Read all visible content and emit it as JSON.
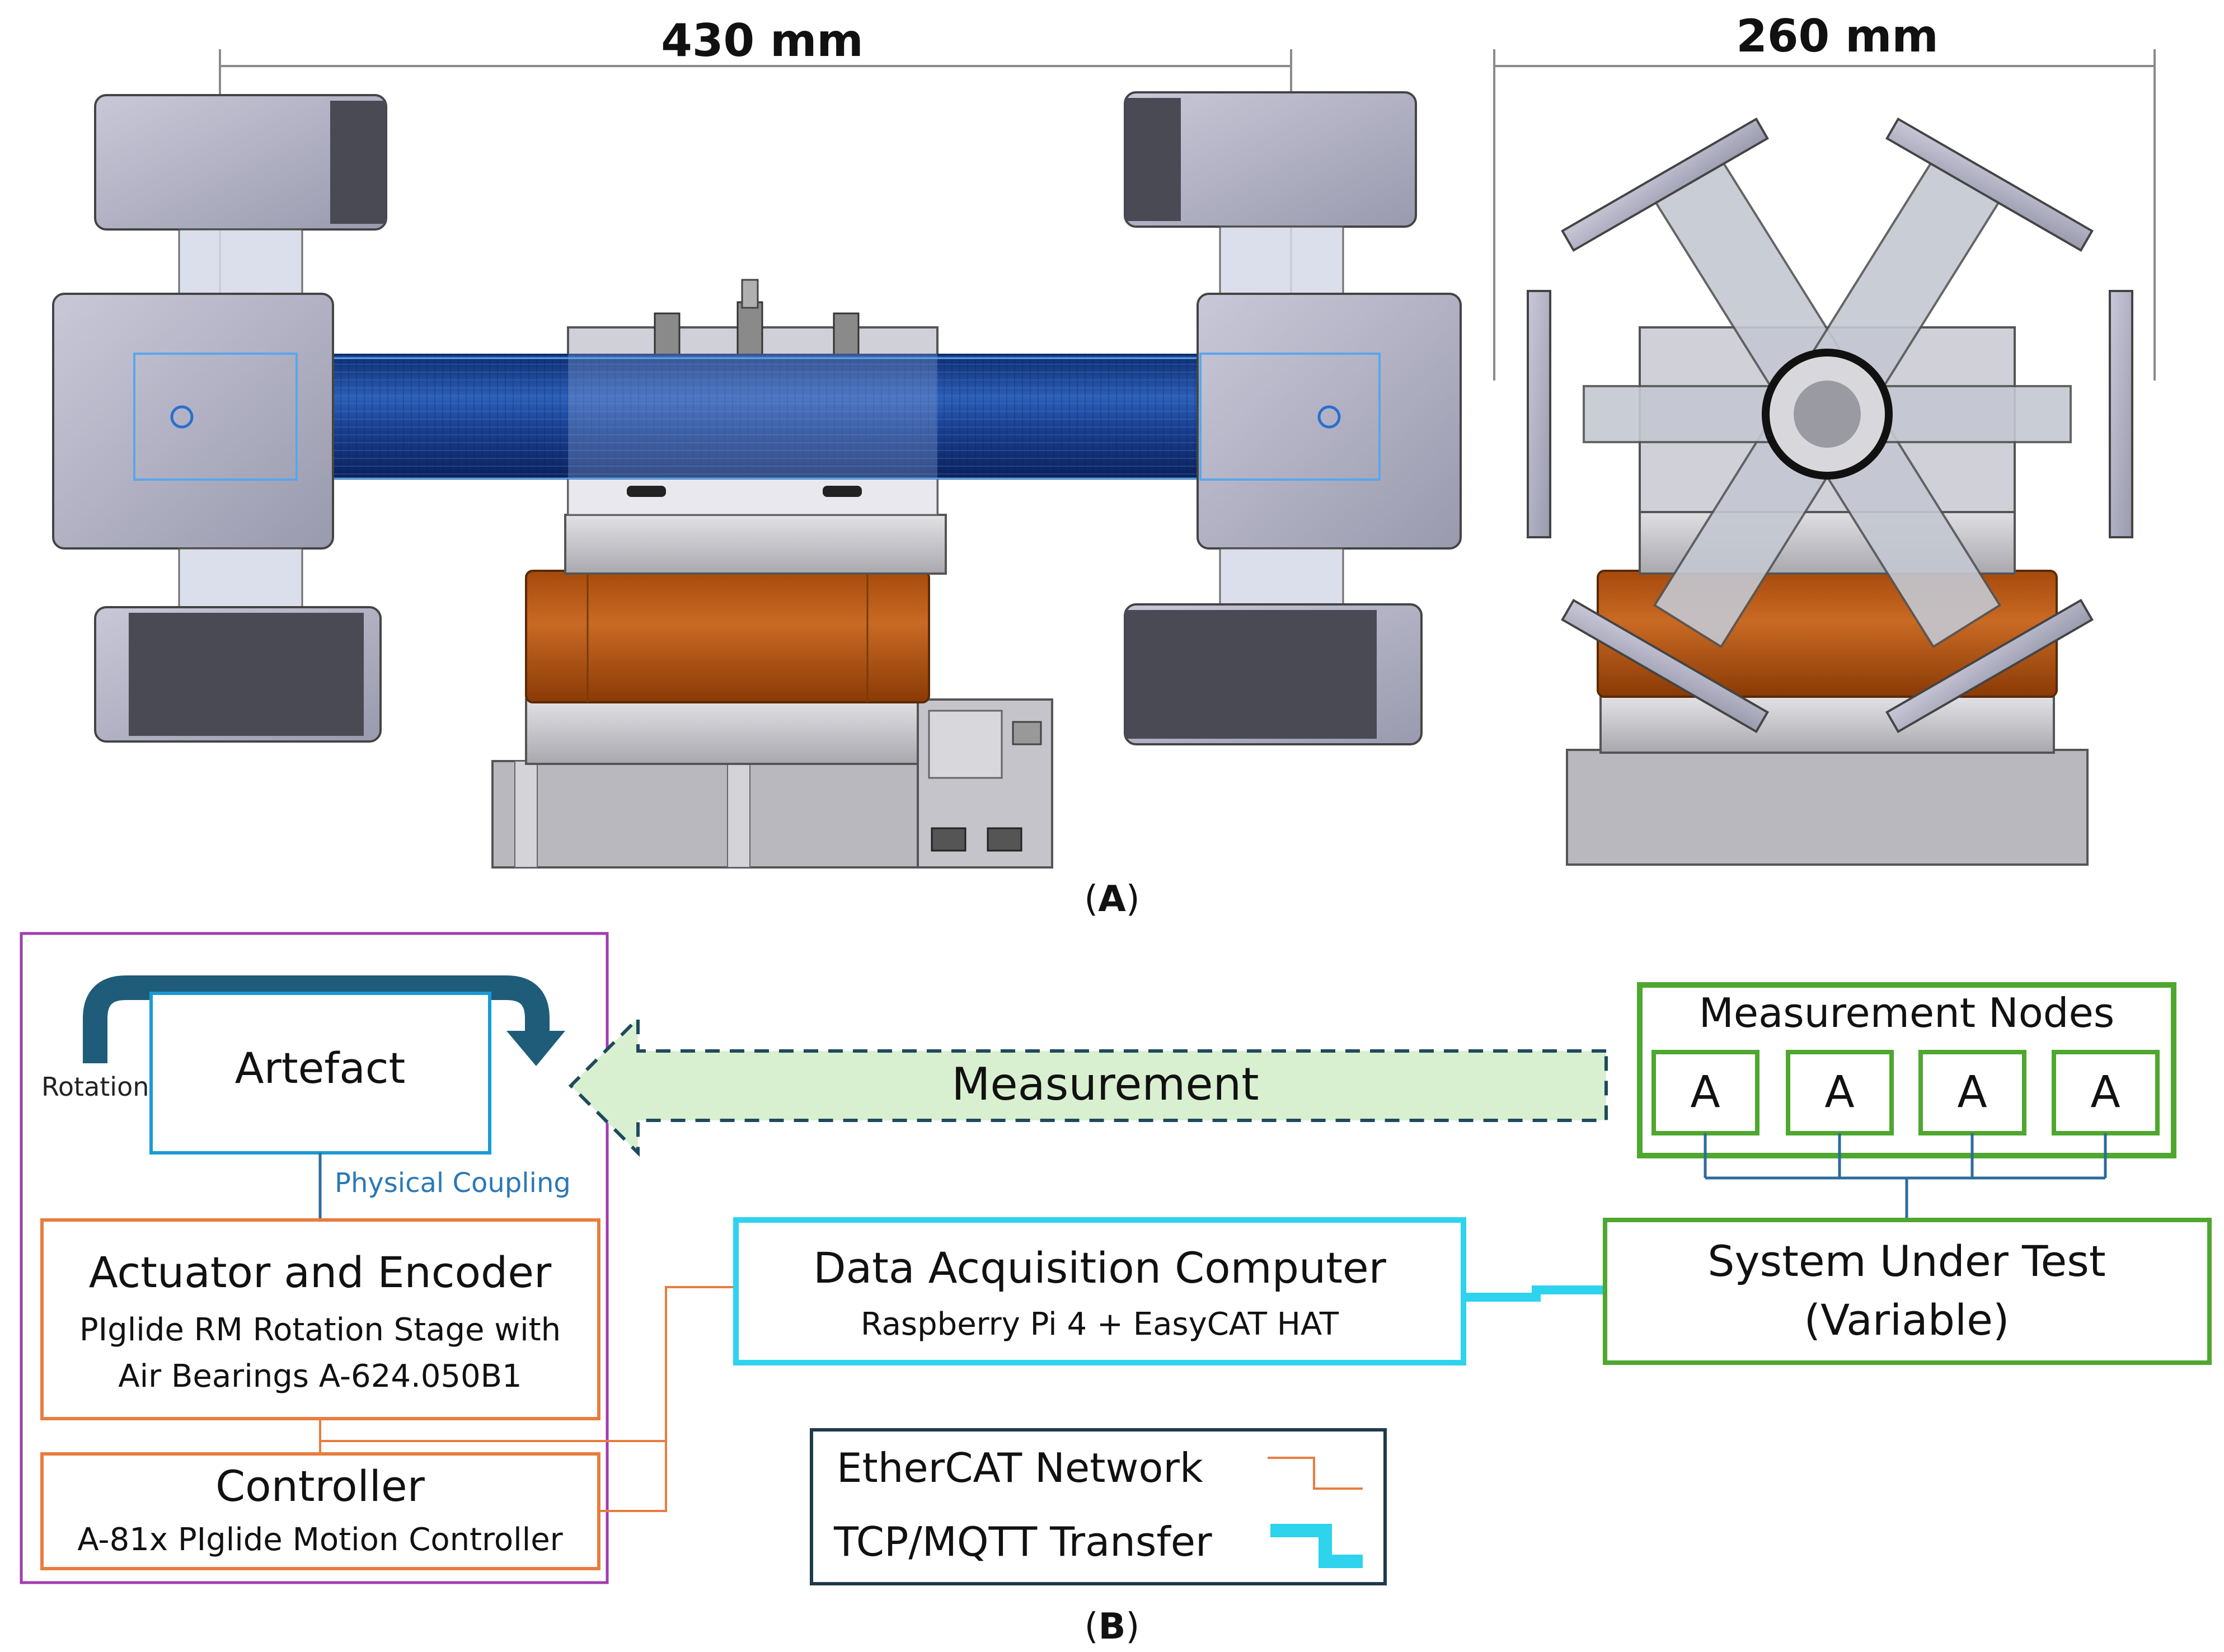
{
  "panel_a": {
    "dim_side": "430 mm",
    "dim_front": "260 mm",
    "caption": "(A)",
    "caption_letter": "A"
  },
  "panel_b": {
    "caption": "(B)",
    "caption_letter": "B",
    "artefact": "Artefact",
    "rotation": "Rotation",
    "physical_coupling": "Physical Coupling",
    "actuator": {
      "title": "Actuator and Encoder",
      "line1": "PIglide RM Rotation Stage with",
      "line2": "Air Bearings A-624.050B1"
    },
    "controller": {
      "title": "Controller",
      "sub": "A-81x PIglide Motion Controller"
    },
    "measurement": "Measurement",
    "nodes": {
      "title": "Measurement Nodes",
      "labels": [
        "A",
        "A",
        "A",
        "A"
      ]
    },
    "daq": {
      "title": "Data Acquisition Computer",
      "sub": "Raspberry Pi 4 + EasyCAT HAT"
    },
    "sut": {
      "line1": "System Under Test",
      "line2": "(Variable)"
    },
    "legend": {
      "ethercat": "EtherCAT Network",
      "tcp": "TCP/MQTT Transfer"
    }
  },
  "colors": {
    "orange": "#e87d3e",
    "green": "#4ea72e",
    "cyan": "#2ed3ee",
    "blue_box": "#1a9ad6",
    "purple": "#a23cb0",
    "arrow_dark": "#1f5c7a",
    "meas_fill": "#d8f0d0",
    "wire": "#2b6c9e"
  }
}
